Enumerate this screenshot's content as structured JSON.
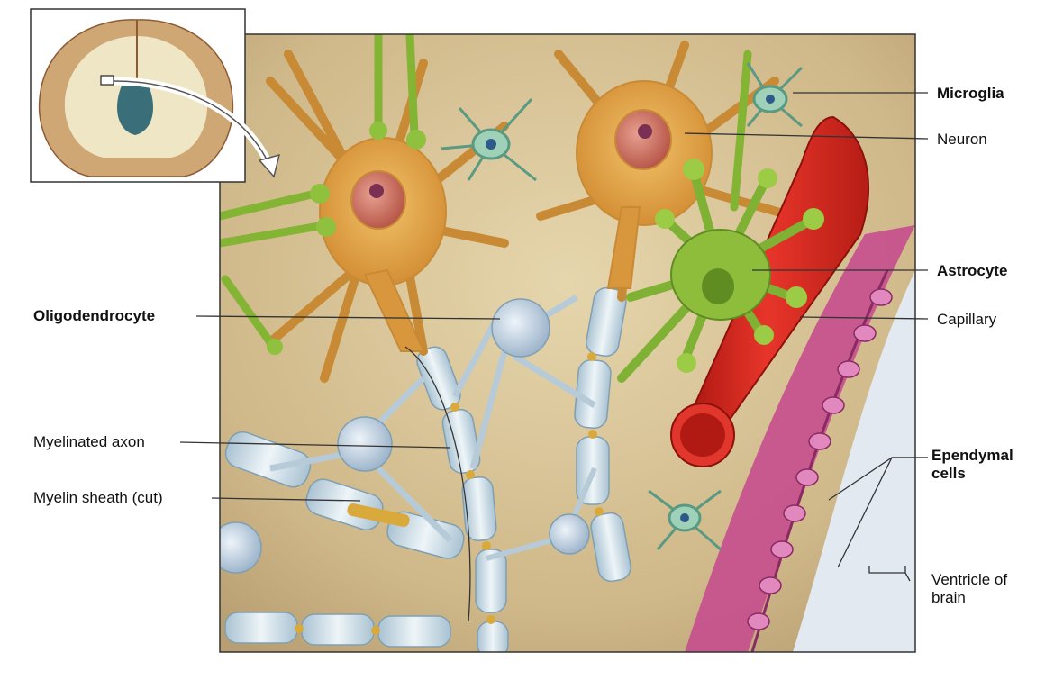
{
  "labels": {
    "microglia": "Microglia",
    "neuron": "Neuron",
    "astrocyte": "Astrocyte",
    "capillary": "Capillary",
    "ependymal": "Ependymal cells",
    "ventricle": "Ventricle of brain",
    "oligodendrocyte": "Oligodendrocyte",
    "myelinated_axon": "Myelinated axon",
    "myelin_sheath": "Myelin sheath (cut)"
  },
  "colors": {
    "background_tissue": "#d9c49a",
    "neuron": "#e2a649",
    "astrocyte": "#8fb83c",
    "capillary": "#d7281e",
    "myelin": "#d6e6ee",
    "ependymal": "#c4508e",
    "ventricle": "#dfe6ef",
    "leader_line": "#333333"
  }
}
